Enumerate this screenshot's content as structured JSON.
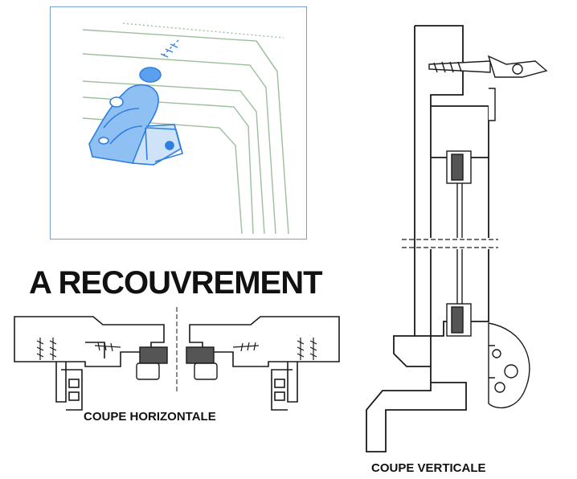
{
  "labels": {
    "title": "A RECOUVREMENT",
    "horizontal_section": "COUPE HORIZONTALE",
    "vertical_section": "COUPE VERTICALE"
  },
  "colors": {
    "line": "#1a1a1a",
    "hinge_blue": "#2f7fe0",
    "frame_green": "#9bbf9b",
    "panel_border": "#7aa0d0"
  }
}
